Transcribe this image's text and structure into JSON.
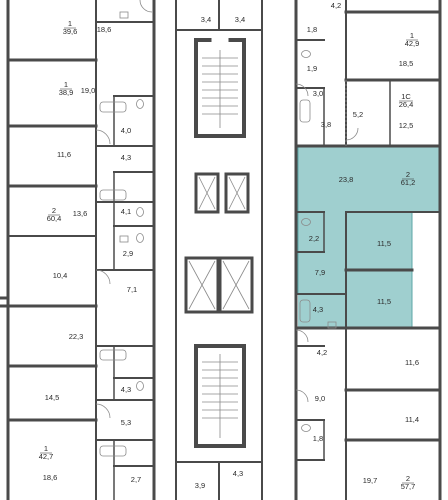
{
  "colors": {
    "wall": "#4a4a4a",
    "thin": "#8a8a8a",
    "highlight_fill": "#9fcfcf",
    "highlight_stroke": "#5ea7a7",
    "text": "#2b2b2b"
  },
  "units": [
    {
      "id": "unit-1-39-6",
      "number": "1",
      "area": "39,6",
      "highlighted": false
    },
    {
      "id": "unit-1-38-9",
      "number": "1",
      "area": "38,9",
      "highlighted": false
    },
    {
      "id": "unit-2-60-4",
      "number": "2",
      "area": "60,4",
      "highlighted": false
    },
    {
      "id": "unit-1-42-7",
      "number": "1",
      "area": "42,7",
      "highlighted": false
    },
    {
      "id": "unit-1-42-9",
      "number": "1",
      "area": "42,9",
      "highlighted": false
    },
    {
      "id": "unit-1c-26-4",
      "number": "1С",
      "area": "26,4",
      "highlighted": false
    },
    {
      "id": "unit-2-61-2",
      "number": "2",
      "area": "61,2",
      "highlighted": true
    },
    {
      "id": "unit-2-57-7",
      "number": "2",
      "area": "57,7",
      "highlighted": false
    }
  ],
  "rooms": [
    "18,6",
    "19,0",
    "4,0",
    "11,6",
    "4,3",
    "13,6",
    "4,1",
    "2,9",
    "10,4",
    "7,1",
    "22,3",
    "14,5",
    "4,3",
    "5,3",
    "18,6",
    "2,7",
    "3,4",
    "3,4",
    "3,9",
    "4,3",
    "4,2",
    "1,8",
    "18,5",
    "1,9",
    "3,0",
    "5,2",
    "3,8",
    "12,5",
    "23,8",
    "2,2",
    "11,5",
    "7,9",
    "11,5",
    "4,3",
    "4,2",
    "11,6",
    "9,0",
    "11,4",
    "1,8",
    "19,7"
  ]
}
